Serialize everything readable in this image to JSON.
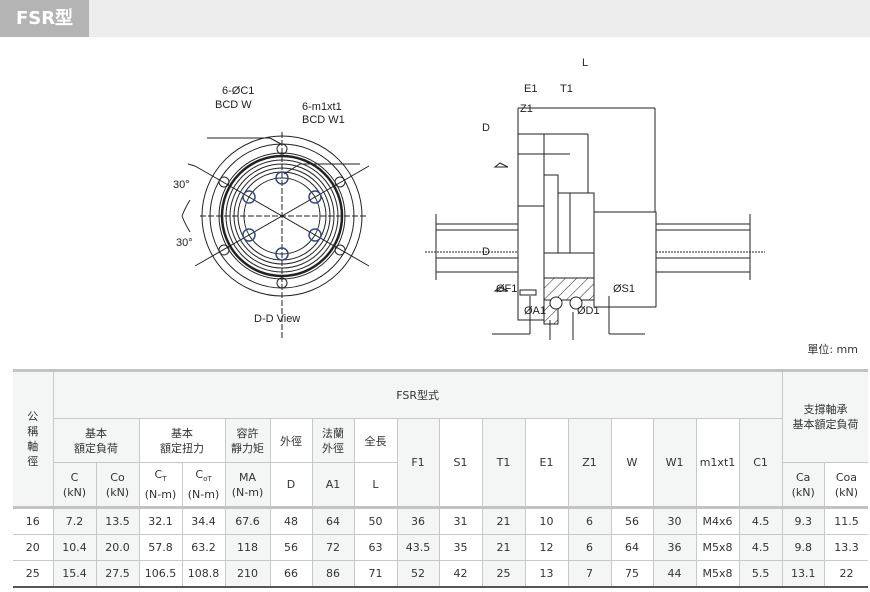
{
  "header": {
    "title": "FSR型"
  },
  "drawings": {
    "front_view": {
      "caption": "D-D View",
      "label_holes": "6-ØC1",
      "label_holes_bcd": "BCD W",
      "label_taps": "6-m1xt1",
      "label_taps_bcd": "BCD W1",
      "angle_top": "30°",
      "angle_bottom": "30°"
    },
    "side_view": {
      "dim_L": "L",
      "dim_E1": "E1",
      "dim_T1": "T1",
      "dim_Z1": "Z1",
      "section_mark_top": "D",
      "section_mark_bottom": "D",
      "dim_F1": "ØF1",
      "dim_A1": "ØA1",
      "dim_D1": "ØD1",
      "dim_S1": "ØS1"
    }
  },
  "unit_label": "單位: mm",
  "table": {
    "nominal_header": "公\n稱\n軸\n徑",
    "model_header": "FSR型式",
    "support_header": "支撐軸承\n基本額定負荷",
    "group_headers": {
      "basic_load": "基本\n額定負荷",
      "basic_torque": "基本\n額定扭力",
      "static_moment": "容許\n靜力矩",
      "outer_dia": "外徑",
      "flange_dia": "法蘭\n外徑",
      "length": "全長"
    },
    "sub_headers": {
      "C": "C\n(kN)",
      "Co": "Co\n(kN)",
      "CT": "C",
      "CT_sub": "T",
      "CT_unit": "(N-m)",
      "CoT": "C",
      "CoT_sub": "oT",
      "CoT_unit": "(N-m)",
      "MA": "MA\n(N-m)",
      "D": "D",
      "A1": "A1",
      "L": "L",
      "F1": "F1",
      "S1": "S1",
      "T1": "T1",
      "E1": "E1",
      "Z1": "Z1",
      "W": "W",
      "W1": "W1",
      "m1xt1": "m1xt1",
      "C1": "C1",
      "Ca": "Ca\n(kN)",
      "Coa": "Coa\n(kN)"
    },
    "rows": [
      [
        "16",
        "7.2",
        "13.5",
        "32.1",
        "34.4",
        "67.6",
        "48",
        "64",
        "50",
        "36",
        "31",
        "21",
        "10",
        "6",
        "56",
        "30",
        "M4x6",
        "4.5",
        "9.3",
        "11.5"
      ],
      [
        "20",
        "10.4",
        "20.0",
        "57.8",
        "63.2",
        "118",
        "56",
        "72",
        "63",
        "43.5",
        "35",
        "21",
        "12",
        "6",
        "64",
        "36",
        "M5x8",
        "4.5",
        "9.8",
        "13.3"
      ],
      [
        "25",
        "15.4",
        "27.5",
        "106.5",
        "108.8",
        "210",
        "66",
        "86",
        "71",
        "52",
        "42",
        "25",
        "13",
        "7",
        "75",
        "44",
        "M5x8",
        "5.5",
        "13.1",
        "22"
      ]
    ]
  }
}
